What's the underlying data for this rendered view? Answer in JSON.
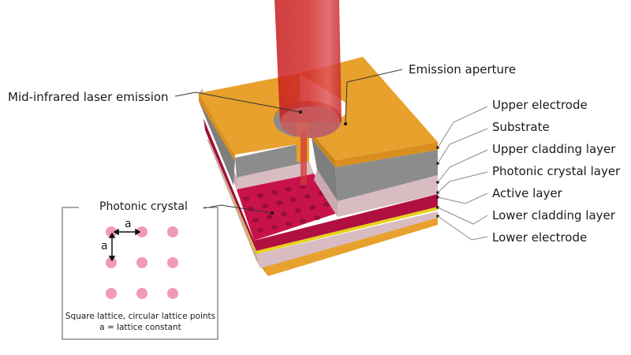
{
  "labels": {
    "laser_emission": "Mid-infrared laser emission",
    "emission_aperture": "Emission aperture",
    "layers": [
      "Upper electrode",
      "Substrate",
      "Upper cladding layer",
      "Photonic crystal layer",
      "Active layer",
      "Lower cladding layer",
      "Lower electrode"
    ]
  },
  "inset": {
    "title": "Photonic crystal",
    "lattice_label_h": "a",
    "lattice_label_v": "a",
    "caption_line1": "Square lattice, circular lattice points",
    "caption_line2": "a = lattice constant",
    "grid_rows": 3,
    "grid_cols": 3
  },
  "colors": {
    "electrode": "#e8a12c",
    "substrate": "#8c8c8c",
    "cladding": "#d8bcc2",
    "photonic": "#c8134a",
    "active": "#e6d21a",
    "beam": "#dd2a2a",
    "lattice_point": "#f29ab3",
    "leader": "#8a8a8a"
  }
}
